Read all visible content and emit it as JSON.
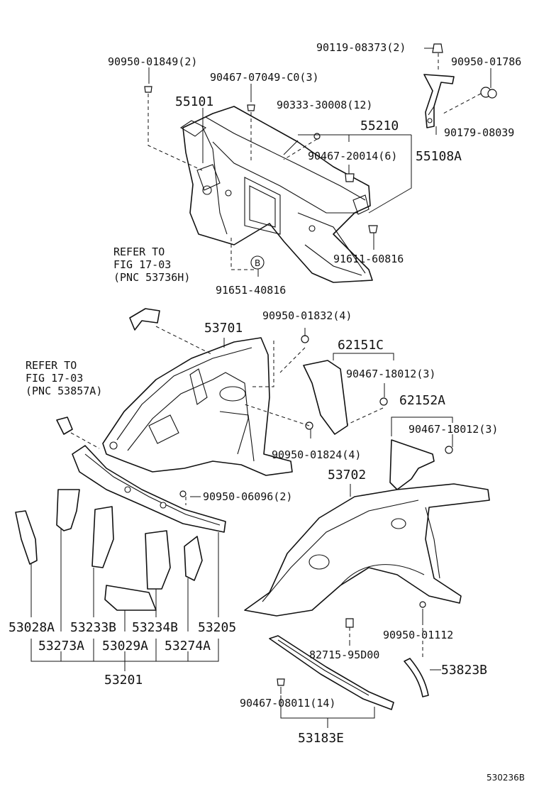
{
  "diagram_id": "530236B",
  "refers": {
    "upper": [
      "REFER TO",
      "FIG 17-03",
      "(PNC 53736H)"
    ],
    "left": [
      "REFER TO",
      "FIG 17-03",
      "(PNC 53857A)"
    ]
  },
  "callouts": {
    "p9095001849": "90950-01849(2)",
    "p9046707049": "90467-07049-C0(3)",
    "p55101": "55101",
    "p9033330008": "90333-30008(12)",
    "p55210": "55210",
    "p9046720014": "90467-20014(6)",
    "p55108a": "55108A",
    "p9011908373": "90119-08373(2)",
    "p9095001786": "90950-01786",
    "p9017908039": "90179-08039",
    "p9161160816": "91611-60816",
    "p9165140816": "91651-40816",
    "bmark": "B",
    "p53701": "53701",
    "p9095001832": "90950-01832(4)",
    "p62151c": "62151C",
    "p9046718012a": "90467-18012(3)",
    "p62152a": "62152A",
    "p9046718012b": "90467-18012(3)",
    "p9095001824": "90950-01824(4)",
    "p53702": "53702",
    "p9095006096": "90950-06096(2)",
    "p53028a": "53028A",
    "p53233b": "53233B",
    "p53234b": "53234B",
    "p53205": "53205",
    "p53273a": "53273A",
    "p53029a": "53029A",
    "p53274a": "53274A",
    "p53201": "53201",
    "p9095001112": "90950-01112",
    "p8271595d00": "82715-95D00",
    "p53823b": "53823B",
    "p9046708011": "90467-08011(14)",
    "p53183e": "53183E"
  }
}
